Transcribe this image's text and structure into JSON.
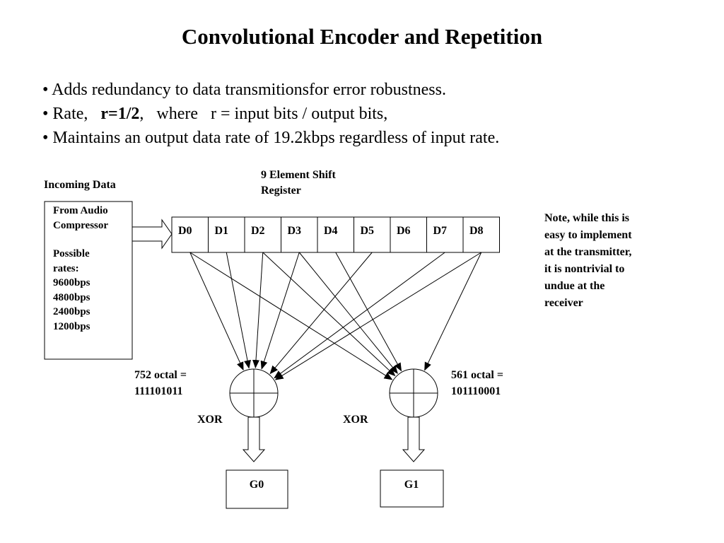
{
  "title": "Convolutional Encoder and Repetition",
  "bullets": [
    {
      "symbol": "•",
      "text": "Adds redundancy to data transmitionsfor error robustness."
    },
    {
      "symbol": "•",
      "pre": "Rate,",
      "bold": "r=1/2",
      "post": ",   where   r = input bits / output bits,"
    },
    {
      "symbol": "•",
      "text": "Maintains an output data rate of 19.2kbps regardless of input rate."
    }
  ],
  "diagram": {
    "incoming_label": "Incoming Data",
    "source_box": {
      "line1": "From Audio",
      "line2": "Compressor",
      "rates_label_1": "Possible",
      "rates_label_2": "rates:",
      "rates": [
        "9600bps",
        "4800bps",
        "2400bps",
        "1200bps"
      ]
    },
    "register_label_1": "9 Element Shift",
    "register_label_2": "Register",
    "cells": [
      "D0",
      "D1",
      "D2",
      "D3",
      "D4",
      "D5",
      "D6",
      "D7",
      "D8"
    ],
    "note_lines": [
      "Note, while this is",
      "easy to implement",
      "at the transmitter,",
      "it is nontrivial to",
      "undue at the",
      "receiver"
    ],
    "g0_poly_1": "752 octal =",
    "g0_poly_2": "111101011",
    "g1_poly_1": "561 octal =",
    "g1_poly_2": "101110001",
    "xor_left": "XOR",
    "xor_right": "XOR",
    "out_g0": "G0",
    "out_g1": "G1",
    "g0_taps": "111101011",
    "g1_taps": "101110001"
  }
}
